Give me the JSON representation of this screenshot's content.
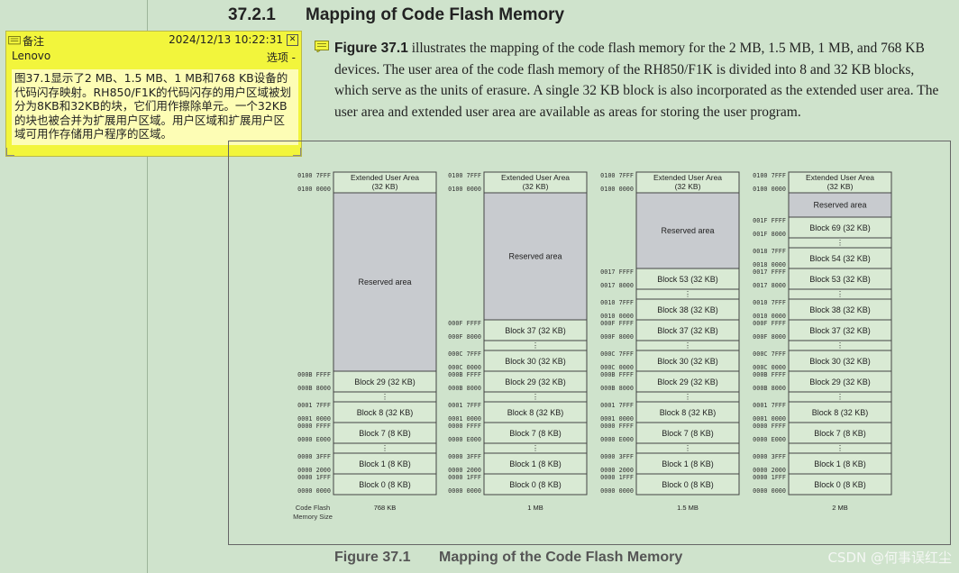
{
  "section": {
    "number": "37.2.1",
    "title": "Mapping of Code Flash Memory"
  },
  "paragraph": {
    "figure_ref": "Figure 37.1",
    "text": " illustrates the mapping of the code flash memory for the 2 MB, 1.5 MB, 1 MB, and 768 KB devices. The user area of the code flash memory of the RH850/F1K is divided into 8 and 32 KB blocks, which serve as the units of erasure. A single 32 KB block is also incorporated as the extended user area. The user area and extended user area are available as areas for storing the user program."
  },
  "note": {
    "label": "备注",
    "date": "2024/12/13 10:22:31",
    "author": "Lenovo",
    "options": "选项 -",
    "body": "图37.1显示了2 MB、1.5 MB、1 MB和768 KB设备的代码闪存映射。RH850/F1K的代码闪存的用户区域被划分为8KB和32KB的块，它们用作擦除单元。一个32KB的块也被合并为扩展用户区域。用户区域和扩展用户区域可用作存储用户程序的区域。"
  },
  "figure": {
    "caption_num": "Figure 37.1",
    "caption_title": "Mapping of the Code Flash Memory",
    "size_label_line1": "Code Flash",
    "size_label_line2": "Memory Size",
    "columns": [
      {
        "size": "768 KB",
        "rows": [
          {
            "kind": "ext",
            "label": "Extended User Area",
            "sub": "(32 KB)",
            "top": "0100 7FFF",
            "bot": "0100 0000"
          },
          {
            "kind": "res",
            "label": "Reserved area",
            "top": "",
            "bot": ""
          },
          {
            "kind": "blk",
            "label": "Block 29 (32 KB)",
            "top": "000B FFFF",
            "bot": "000B 8000"
          },
          {
            "kind": "dots"
          },
          {
            "kind": "blk",
            "label": "Block 8 (32 KB)",
            "top": "0001 7FFF",
            "bot": "0001 0000"
          },
          {
            "kind": "blk",
            "label": "Block 7 (8 KB)",
            "top": "0000 FFFF",
            "bot": "0000 E000"
          },
          {
            "kind": "dots"
          },
          {
            "kind": "blk",
            "label": "Block 1 (8 KB)",
            "top": "0000 3FFF",
            "bot": "0000 2000"
          },
          {
            "kind": "blk",
            "label": "Block 0 (8 KB)",
            "top": "0000 1FFF",
            "bot": "0000 0000"
          }
        ]
      },
      {
        "size": "1 MB",
        "rows": [
          {
            "kind": "ext",
            "label": "Extended User Area",
            "sub": "(32 KB)",
            "top": "0100 7FFF",
            "bot": "0100 0000"
          },
          {
            "kind": "res",
            "label": "Reserved area",
            "top": "",
            "bot": ""
          },
          {
            "kind": "blk",
            "label": "Block 37 (32 KB)",
            "top": "000F FFFF",
            "bot": "000F 8000"
          },
          {
            "kind": "dots"
          },
          {
            "kind": "blk",
            "label": "Block 30 (32 KB)",
            "top": "000C 7FFF",
            "bot": "000C 0000"
          },
          {
            "kind": "blk",
            "label": "Block 29 (32 KB)",
            "top": "000B FFFF",
            "bot": "000B 8000"
          },
          {
            "kind": "dots"
          },
          {
            "kind": "blk",
            "label": "Block 8 (32 KB)",
            "top": "0001 7FFF",
            "bot": "0001 0000"
          },
          {
            "kind": "blk",
            "label": "Block 7 (8 KB)",
            "top": "0000 FFFF",
            "bot": "0000 E000"
          },
          {
            "kind": "dots"
          },
          {
            "kind": "blk",
            "label": "Block 1 (8 KB)",
            "top": "0000 3FFF",
            "bot": "0000 2000"
          },
          {
            "kind": "blk",
            "label": "Block 0 (8 KB)",
            "top": "0000 1FFF",
            "bot": "0000 0000"
          }
        ]
      },
      {
        "size": "1.5 MB",
        "rows": [
          {
            "kind": "ext",
            "label": "Extended User Area",
            "sub": "(32 KB)",
            "top": "0100 7FFF",
            "bot": "0100 0000"
          },
          {
            "kind": "res",
            "label": "Reserved area",
            "top": "",
            "bot": ""
          },
          {
            "kind": "blk",
            "label": "Block 53 (32 KB)",
            "top": "0017 FFFF",
            "bot": "0017 8000"
          },
          {
            "kind": "dots"
          },
          {
            "kind": "blk",
            "label": "Block 38 (32 KB)",
            "top": "0010 7FFF",
            "bot": "0010 0000"
          },
          {
            "kind": "blk",
            "label": "Block 37 (32 KB)",
            "top": "000F FFFF",
            "bot": "000F 8000"
          },
          {
            "kind": "dots"
          },
          {
            "kind": "blk",
            "label": "Block 30 (32 KB)",
            "top": "000C 7FFF",
            "bot": "000C 0000"
          },
          {
            "kind": "blk",
            "label": "Block 29 (32 KB)",
            "top": "000B FFFF",
            "bot": "000B 8000"
          },
          {
            "kind": "dots"
          },
          {
            "kind": "blk",
            "label": "Block 8 (32 KB)",
            "top": "0001 7FFF",
            "bot": "0001 0000"
          },
          {
            "kind": "blk",
            "label": "Block 7 (8 KB)",
            "top": "0000 FFFF",
            "bot": "0000 E000"
          },
          {
            "kind": "dots"
          },
          {
            "kind": "blk",
            "label": "Block 1 (8 KB)",
            "top": "0000 3FFF",
            "bot": "0000 2000"
          },
          {
            "kind": "blk",
            "label": "Block 0 (8 KB)",
            "top": "0000 1FFF",
            "bot": "0000 0000"
          }
        ]
      },
      {
        "size": "2 MB",
        "rows": [
          {
            "kind": "ext",
            "label": "Extended User Area",
            "sub": "(32 KB)",
            "top": "0100 7FFF",
            "bot": "0100 0000"
          },
          {
            "kind": "res",
            "label": "Reserved area",
            "top": "",
            "bot": ""
          },
          {
            "kind": "blk",
            "label": "Block 69 (32 KB)",
            "top": "001F FFFF",
            "bot": "001F 8000"
          },
          {
            "kind": "dots"
          },
          {
            "kind": "blk",
            "label": "Block 54 (32 KB)",
            "top": "0018 7FFF",
            "bot": "0018 0000"
          },
          {
            "kind": "blk",
            "label": "Block 53 (32 KB)",
            "top": "0017 FFFF",
            "bot": "0017 8000"
          },
          {
            "kind": "dots"
          },
          {
            "kind": "blk",
            "label": "Block 38 (32 KB)",
            "top": "0010 7FFF",
            "bot": "0010 0000"
          },
          {
            "kind": "blk",
            "label": "Block 37 (32 KB)",
            "top": "000F FFFF",
            "bot": "000F 8000"
          },
          {
            "kind": "dots"
          },
          {
            "kind": "blk",
            "label": "Block 30 (32 KB)",
            "top": "000C 7FFF",
            "bot": "000C 0000"
          },
          {
            "kind": "blk",
            "label": "Block 29 (32 KB)",
            "top": "000B FFFF",
            "bot": "000B 8000"
          },
          {
            "kind": "dots"
          },
          {
            "kind": "blk",
            "label": "Block 8 (32 KB)",
            "top": "0001 7FFF",
            "bot": "0001 0000"
          },
          {
            "kind": "blk",
            "label": "Block 7 (8 KB)",
            "top": "0000 FFFF",
            "bot": "0000 E000"
          },
          {
            "kind": "dots"
          },
          {
            "kind": "blk",
            "label": "Block 1 (8 KB)",
            "top": "0000 3FFF",
            "bot": "0000 2000"
          },
          {
            "kind": "blk",
            "label": "Block 0 (8 KB)",
            "top": "0000 1FFF",
            "bot": "0000 0000"
          }
        ]
      }
    ]
  },
  "watermark": "CSDN @何事误红尘",
  "colors": {
    "background": "#cfe3cc",
    "note": "#f2f53c",
    "reserved": "#c8cbcf",
    "block": "#d9ead4"
  }
}
